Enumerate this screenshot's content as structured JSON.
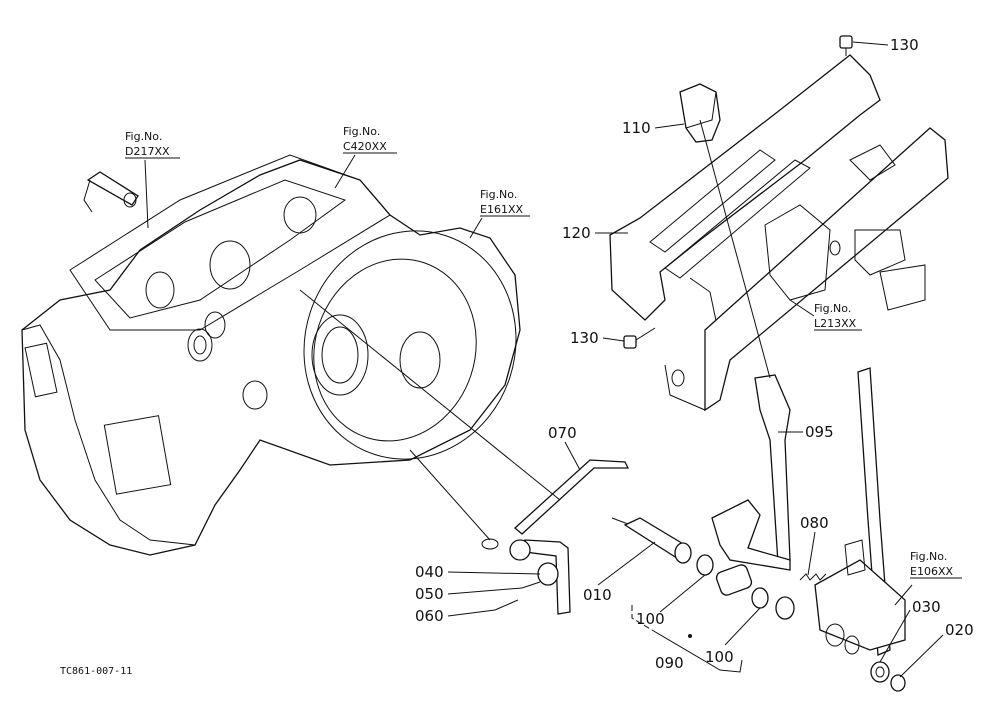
{
  "figure_code": "TC861-007-11",
  "references": [
    {
      "id": "ref-d217",
      "title": "Fig.No.",
      "code": "D217XX"
    },
    {
      "id": "ref-c420",
      "title": "Fig.No.",
      "code": "C420XX"
    },
    {
      "id": "ref-e161",
      "title": "Fig.No.",
      "code": "E161XX"
    },
    {
      "id": "ref-l213",
      "title": "Fig.No.",
      "code": "L213XX"
    },
    {
      "id": "ref-e106",
      "title": "Fig.No.",
      "code": "E106XX"
    }
  ],
  "parts": {
    "p130a": "130",
    "p110": "110",
    "p120": "120",
    "p130b": "130",
    "p095": "095",
    "p070": "070",
    "p080": "080",
    "p040": "040",
    "p050": "050",
    "p060": "060",
    "p010": "010",
    "p100a": "100",
    "p100b": "100",
    "p090": "090",
    "p030": "030",
    "p020": "020"
  }
}
